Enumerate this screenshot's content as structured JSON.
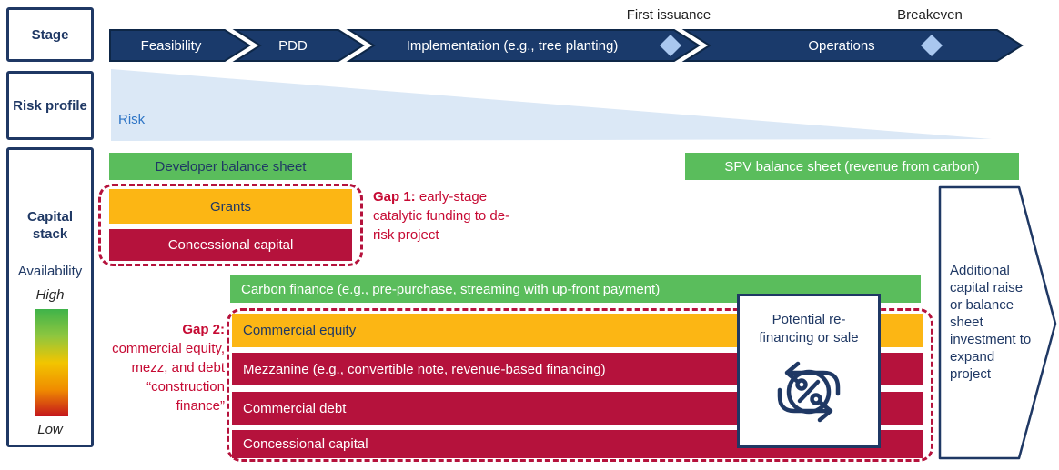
{
  "palette": {
    "navy": "#1f3864",
    "chevron_navy": "#1a3a6b",
    "green": "#5abd5c",
    "yellow": "#fcb614",
    "red": "#b5123c",
    "gap_text_red": "#c60a33",
    "risk_wedge_blue": "#dbe8f6",
    "milestone_diamond_blue": "#a9c7ef",
    "risk_label_blue": "#2e75c6"
  },
  "left_rail": {
    "stage_label": "Stage",
    "risk_profile_label": "Risk profile",
    "capital_stack_label": "Capital stack",
    "availability_label": "Availability",
    "high_label": "High",
    "low_label": "Low"
  },
  "timeline": {
    "stages": [
      "Feasibility",
      "PDD",
      "Implementation (e.g., tree planting)",
      "Operations"
    ],
    "milestones": [
      {
        "label": "First issuance"
      },
      {
        "label": "Breakeven"
      }
    ]
  },
  "risk": {
    "label": "Risk"
  },
  "capital_stack": {
    "developer_bar": "Developer balance sheet",
    "spv_bar": "SPV balance sheet (revenue from carbon)",
    "grants_bar": "Grants",
    "concessional_bar_1": "Concessional capital",
    "carbon_finance_bar": "Carbon finance (e.g., pre-purchase, streaming with up-front payment)",
    "commercial_equity_bar": "Commercial equity",
    "mezzanine_bar": "Mezzanine (e.g., convertible note, revenue-based financing)",
    "commercial_debt_bar": "Commercial debt",
    "concessional_bar_2": "Concessional capital",
    "gap1": {
      "label": "Gap 1:",
      "text": " early-stage catalytic funding to de-risk project"
    },
    "gap2": {
      "label": "Gap 2:",
      "text": "commercial equity, mezz, and debt “construction finance”"
    }
  },
  "refinancing_box": {
    "text": "Potential re-financing or sale"
  },
  "expansion_arrow": {
    "text": "Additional capital raise or balance sheet investment to expand project"
  }
}
